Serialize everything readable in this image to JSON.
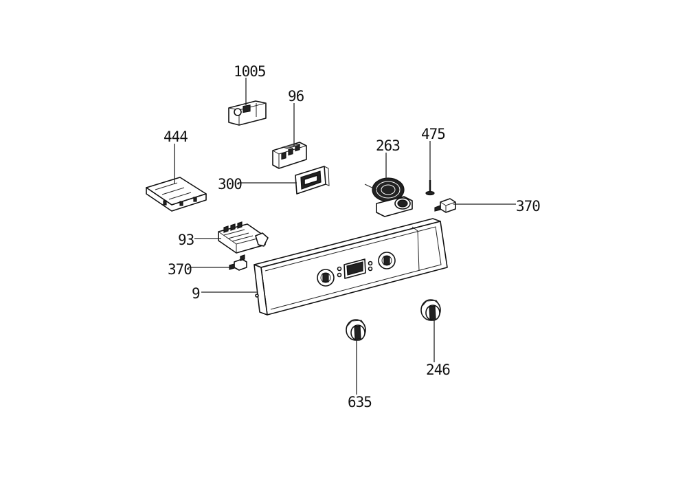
{
  "callouts": {
    "c1005": "1005",
    "c96": "96",
    "c444": "444",
    "c300": "300",
    "c263": "263",
    "c475": "475",
    "c370_right": "370",
    "c93": "93",
    "c370_left": "370",
    "c9": "9",
    "c246": "246",
    "c635": "635"
  },
  "colors": {
    "background": "#ffffff",
    "line": "#111111"
  }
}
